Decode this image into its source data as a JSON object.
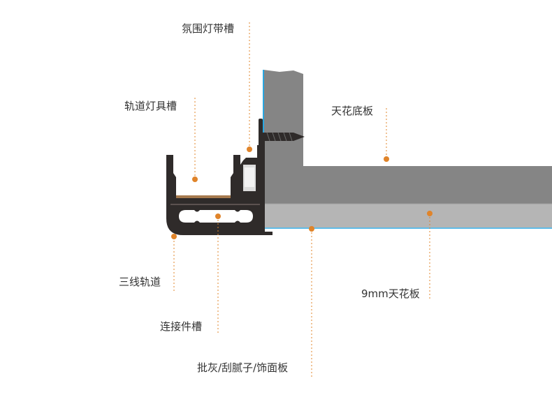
{
  "colors": {
    "ceiling_dark": "#858585",
    "ceiling_light": "#b5b5b5",
    "track_body": "#2f2b2a",
    "leader": "#e0842a",
    "edge_blue": "#2aa6e0",
    "text": "#333333"
  },
  "labels": {
    "ambient_slot": "氛围灯带槽",
    "track_light_slot": "轨道灯具槽",
    "ceiling_base_board": "天花底板",
    "three_wire_track": "三线轨道",
    "connector_slot": "连接件槽",
    "ceiling_board_9mm": "9mm天花板",
    "finish_layer": "批灰/刮腻子/饰面板"
  }
}
